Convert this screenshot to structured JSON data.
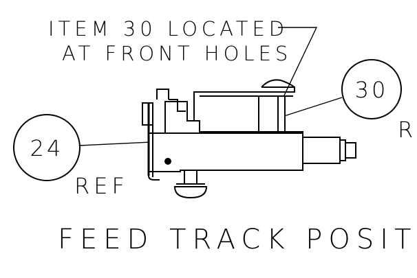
{
  "note": {
    "line1": "ITEM 30 LOCATED",
    "line2": "AT FRONT HOLES"
  },
  "balloons": [
    {
      "label": "24",
      "suffix": "REF"
    },
    {
      "label": "30",
      "suffix": "R"
    }
  ],
  "title": "FEED TRACK POSITION"
}
